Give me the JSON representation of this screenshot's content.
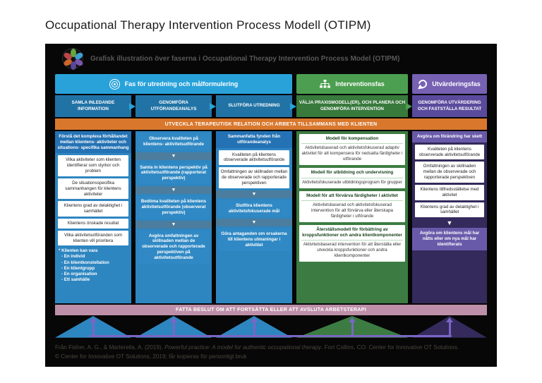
{
  "page": {
    "title": "Occupational Therapy Intervention Process Modell (OTIPM)"
  },
  "banner": {
    "title": "Grafisk illustration över faserna i Occupational Therapy Intervention Process Model (OTIPM)",
    "logo": "ciots-flower-logo"
  },
  "phases": [
    {
      "label": "Fas för utredning och målformulering",
      "icon": "target-icon",
      "color": "#29A2DA"
    },
    {
      "label": "Interventionsfas",
      "icon": "sitemap-icon",
      "color": "#4C9F50"
    },
    {
      "label": "Utvärderingsfas",
      "icon": "refresh-icon",
      "color": "#7661B3"
    }
  ],
  "orange_bar": "UTVECKLA TERAPEUTISK RELATION OCH ARBETA TILLSAMMANS MED KLIENTEN",
  "decision_bar": "FATTA BESLUT OM ATT FORTSÄTTA ELLER ATT AVSLUTA ARBETSTERAPI",
  "columns": [
    {
      "header": "SAMLA INLEDANDE INFORMATION",
      "boxes": {
        "lead": "Förstå det komplexa förhållandet mellan klientens- aktiviteter och situations- specifika sammanhang",
        "items": [
          "Vilka aktiviteter som klienten identifierar som styrkor och problem",
          "De situationsspecifika sammanhangen för klientens aktiviteter",
          "Klientens grad av delaktighet i samhället",
          "Klientens önskade resultat",
          "Vilka aktivitetsutföranden som klienten vill prioritera"
        ],
        "note_title": "* Klienten kan vara",
        "note_items": [
          "- En individ",
          "- En klientkonstellation",
          "- En klientgrupp",
          "- En organisation",
          "- Ett samhälle"
        ]
      }
    },
    {
      "header": "GENOMFÖRA UTFÖRANDEANALYS",
      "boxes": {
        "steps": [
          "Observera kvaliteten på klientens- aktivitetsutförande",
          "Samla in klientens perspektiv på aktivitetsutförande (rapporterat perspektiv)",
          "Bedöma kvaliteten på klientens aktivitetsutförande (observerat perspektiv)",
          "Avgöra omfattningen av skillnaden mellan de observerade och rapporterade perspektiven på aktivitetsutförande"
        ]
      }
    },
    {
      "header": "SLUTFÖRA UTREDNING",
      "boxes": {
        "lead": "Sammanfatta fynden från utförandeanalys",
        "items": [
          "Kvaliteten på klientens observerade aktivitetsutförande",
          "Omfattningen av skillnaden mellan de observerade och rapporterade perspektiven"
        ],
        "steps": [
          "Slutföra klientens aktivitetsfokuserade mål",
          "Göra antaganden om orsakerna till klientens utmaningar i aktivitiet"
        ]
      }
    },
    {
      "header": "VÄLJA PRAXISMODELL(ER), OCH PLANERA OCH GENOMFÖRA INTERVENTION",
      "boxes": {
        "models": [
          {
            "title": "Modell för kompensation",
            "body": "Aktivitetsbaserad och aktivitetsfokuserad adaptiv aktivitet för att kompensera för nedsatta färdigheter i utförande"
          },
          {
            "title": "Modell för utbildning och undervisning",
            "body": "Aktivitetsfokuserade utbildningsprogram för grupper"
          },
          {
            "title": "Modell för att förvärva färdigheter i aktivitet",
            "body": "Aktivitetsbaserad och aktivitetsfokuserad intervention för att förvärva eller återskapa färdigheter i utförande"
          },
          {
            "title": "Återställsmodell för förbättring av kroppsfunktioner och andra klientkomponenter",
            "body": "Aktivitetsbaserad intervention för att återställa eller utveckla kroppsfunktioner och andra klientkomponenter"
          }
        ]
      }
    },
    {
      "header": "GENOMFÖRA UTVÄRDERING OCH FASTSTÄLLA RESULTAT",
      "boxes": {
        "lead": "Avgöra om förändring har skett",
        "items": [
          "Kvaliteten på klientens observerade aktivitetsutförande",
          "Omfattningen av skillnaden mellan de observerade och rapporterade perspektiven",
          "Klientens tillfredsställelse med aktivitet",
          "Klientens grad av delaktighet i samhället"
        ],
        "outcome": "Avgöra om klientens mål har nåtts eller om nya mål har identifierats"
      }
    }
  ],
  "citation": {
    "line1_pre": "Från Fisher, A. G., & Marterella, A. (2019). ",
    "line1_italic": "Powerful practice: A model for authentic occupational therapy",
    "line1_post": ". Fort Collins, CO: Center for Innovative OT Solutions.",
    "line2": "© Center for Innovative OT Solutions, 2019; får kopieras för personligt bruk"
  },
  "palette": {
    "phase_blue": "#29A2DA",
    "phase_green": "#4C9F50",
    "phase_purple": "#7661B3",
    "orange_bar": "#D9782D",
    "column_blue": "#2E86C1",
    "column_green": "#3C7C42",
    "column_indigo": "#342A5C",
    "decision_pink": "#BE8FA8",
    "feedback_purple": "#7A66C4"
  }
}
